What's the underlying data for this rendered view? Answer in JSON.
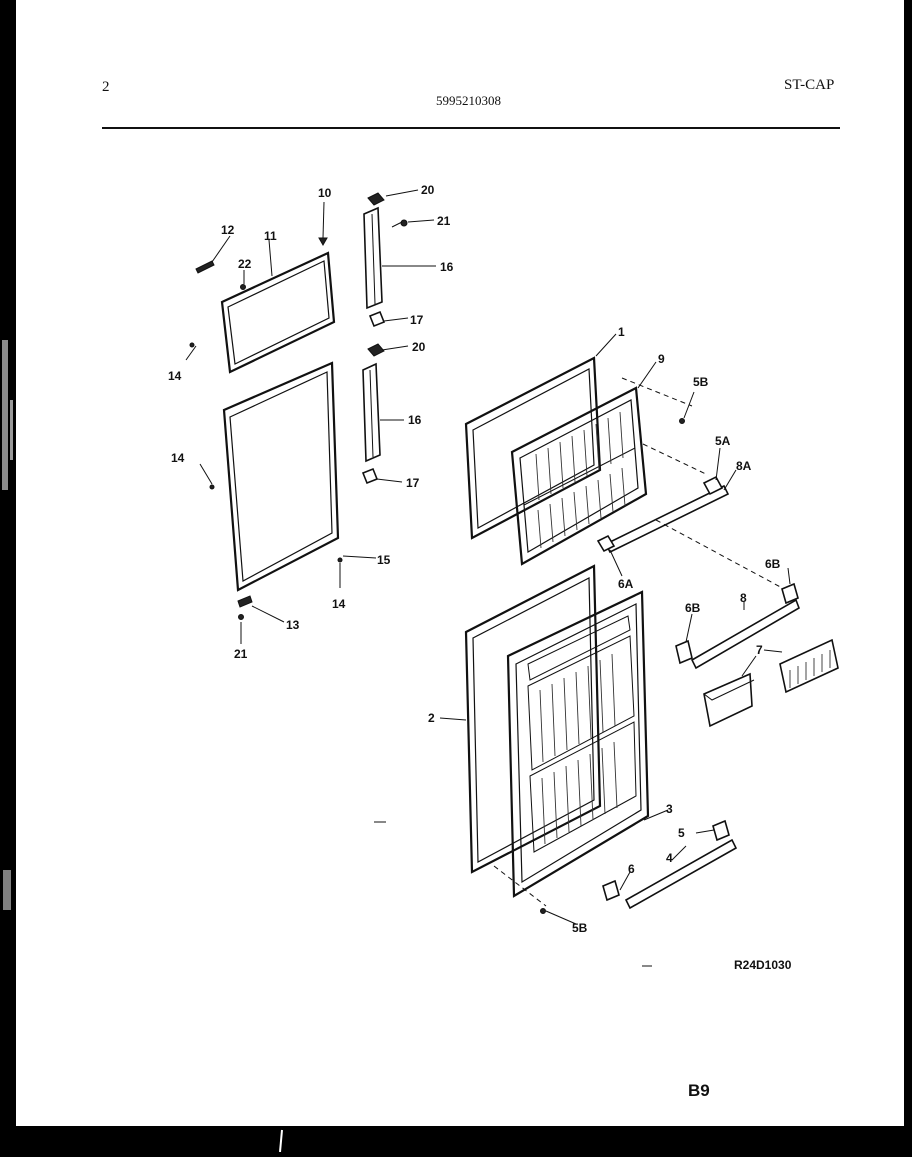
{
  "header": {
    "page_number": "2",
    "part_number": "5995210308",
    "section_code": "ST-CAP"
  },
  "labels": {
    "l1": "1",
    "l2": "2",
    "l3": "3",
    "l4": "4",
    "l5": "5",
    "l5a": "5A",
    "l5b_top": "5B",
    "l5b_bottom": "5B",
    "l6": "6",
    "l6a": "6A",
    "l6b_right": "6B",
    "l6b_left": "6B",
    "l7": "7",
    "l8": "8",
    "l8a": "8A",
    "l9": "9",
    "l10": "10",
    "l11": "11",
    "l12": "12",
    "l13": "13",
    "l14_a": "14",
    "l14_b": "14",
    "l14_c": "14",
    "l15": "15",
    "l16_a": "16",
    "l16_b": "16",
    "l17_a": "17",
    "l17_b": "17",
    "l20_a": "20",
    "l20_b": "20",
    "l21_a": "21",
    "l21_b": "21",
    "l22": "22"
  },
  "footer": {
    "diagram_code": "R24D1030",
    "page_code": "B9"
  }
}
